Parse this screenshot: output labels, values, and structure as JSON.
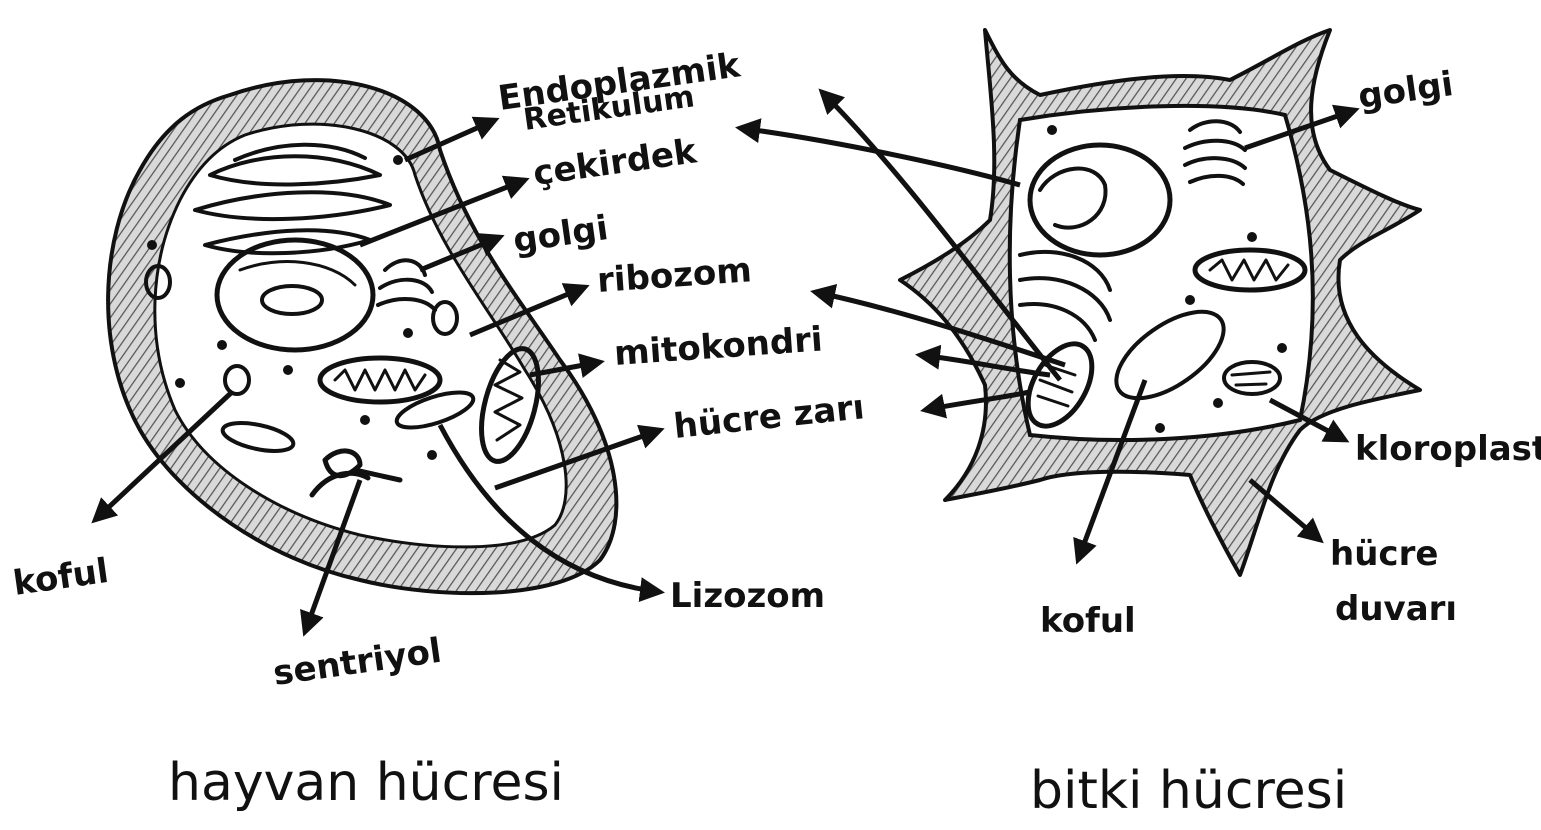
{
  "animal_cell": {
    "caption": "hayvan hücresi",
    "labels": {
      "endoplazmik_line1": "Endoplazmik",
      "endoplazmik_line2": "Retikulum",
      "cekirdek": "çekirdek",
      "golgi": "golgi",
      "ribozom": "ribozom",
      "mitokondri": "mitokondri",
      "hucre_zari": "hücre zarı",
      "lizozom": "Lizozom",
      "koful": "koful",
      "sentriyol": "sentriyol"
    }
  },
  "plant_cell": {
    "caption": "bitki hücresi",
    "labels": {
      "golgi": "golgi",
      "kloroplast": "kloroplast",
      "hucre_duvari_line1": "hücre",
      "hucre_duvari_line2": "duvarı",
      "koful": "koful"
    }
  }
}
